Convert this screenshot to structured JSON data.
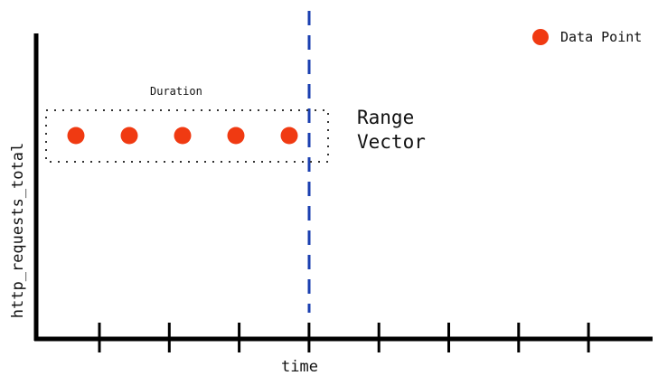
{
  "legend": {
    "label": "Data Point",
    "color": "#f03a12"
  },
  "y_axis_label": "http_requests_total",
  "x_axis_label": "time",
  "duration_label": "Duration",
  "range_vector_label": [
    "Range",
    "Vector"
  ],
  "colors": {
    "point": "#f03a12",
    "eval_line": "#1a3fb0",
    "axis": "#000000"
  },
  "points_count": 5,
  "tick_count": 8
}
